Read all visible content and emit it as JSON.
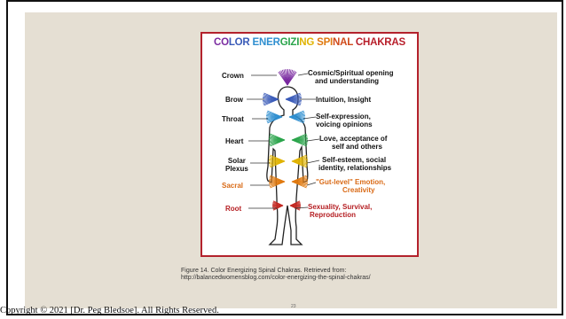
{
  "poster": {
    "title_segments": [
      {
        "text": "CO",
        "color": "#7a2aa0"
      },
      {
        "text": "LOR ",
        "color": "#3a5bb8"
      },
      {
        "text": "ENER",
        "color": "#2f8fd0"
      },
      {
        "text": "GIZI",
        "color": "#2aa44b"
      },
      {
        "text": "NG ",
        "color": "#e0b300"
      },
      {
        "text": "SPI",
        "color": "#e07a10"
      },
      {
        "text": "NAL ",
        "color": "#d04a1a"
      },
      {
        "text": "CHAKRAS",
        "color": "#b81e2a"
      }
    ],
    "border_color": "#b3222c",
    "left_labels": {
      "crown": "Crown",
      "brow": "Brow",
      "throat": "Throat",
      "heart": "Heart",
      "solar_1": "Solar",
      "solar_2": "Plexus",
      "sacral": "Sacral",
      "root": "Root"
    },
    "right_labels": {
      "crown_1": "Cosmic/Spiritual opening",
      "crown_2": "and understanding",
      "brow": "Intuition, Insight",
      "throat_1": "Self-expression,",
      "throat_2": "voicing opinions",
      "heart_1": "Love, acceptance of",
      "heart_2": "self and others",
      "solar_1": "Self-esteem, social",
      "solar_2": "identity, relationships",
      "sacral_1": "\"Gut-level\" Emotion,",
      "sacral_2": "Creativity",
      "root_1": "Sexuality, Survival,",
      "root_2": "Reproduction"
    },
    "chakra_colors": {
      "crown": "#7a2aa0",
      "brow": "#3a5bb8",
      "throat": "#2f8fd0",
      "heart": "#2aa44b",
      "solar": "#e0b300",
      "sacral": "#e07a10",
      "root": "#c42a24"
    }
  },
  "caption": {
    "line1": "Figure 14. Color Energizing Spinal Chakras. Retrieved from:",
    "line2": "http://balancedwomensblog.com/color-energizing-the-spinal-chakras/"
  },
  "page_number": "23",
  "copyright": "Copyright © 2021 [Dr. Peg Bledsoe]. All Rights Reserved."
}
